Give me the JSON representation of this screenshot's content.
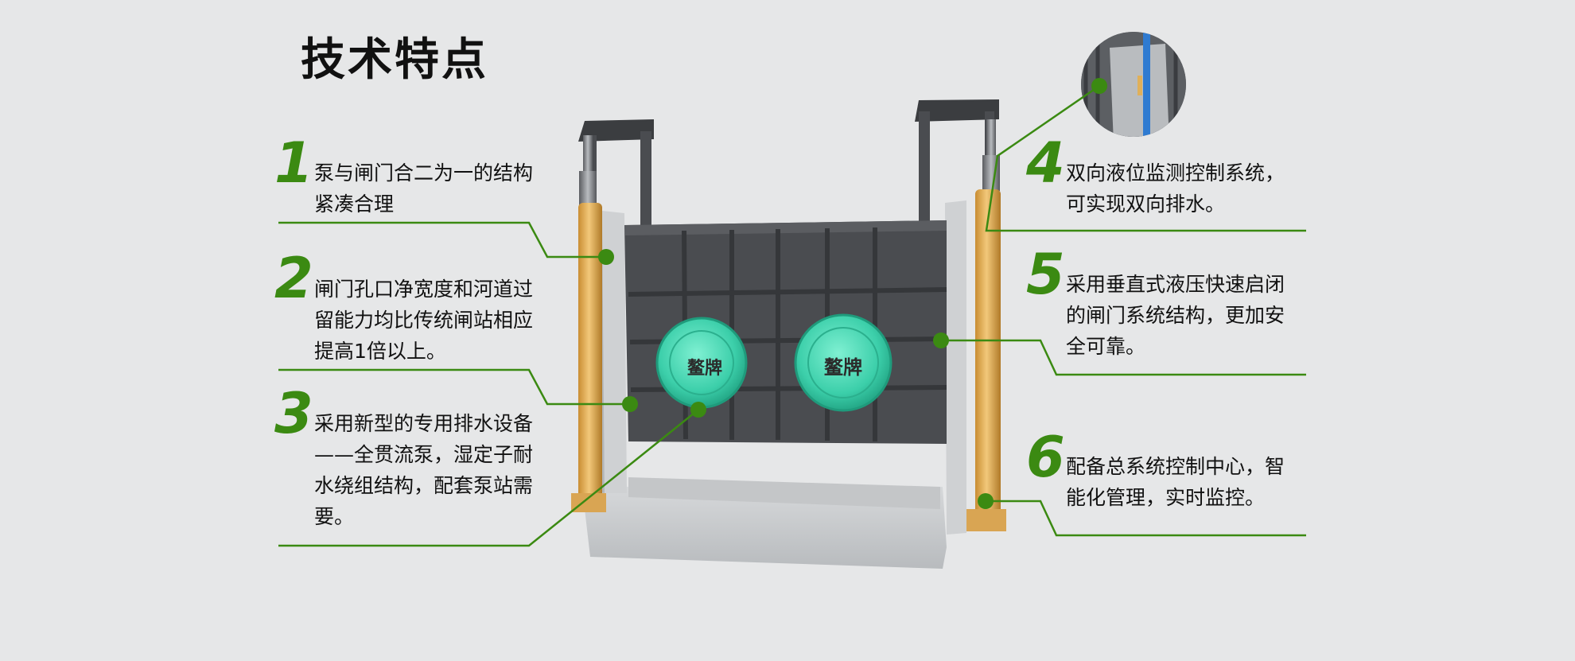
{
  "title": "技术特点",
  "brand": "鳌牌",
  "colors": {
    "accent_green": "#3b8a12",
    "pump_teal": "#3ccfaa",
    "hydraulic_yellow": "#e0b05a",
    "gate_dark": "#4a4c50",
    "concrete": "#c9cbcd"
  },
  "features": [
    {
      "number": "1",
      "lines": [
        "泵与闸门合二为一的结构",
        "紧凑合理"
      ]
    },
    {
      "number": "2",
      "lines": [
        "闸门孔口净宽度和河道过",
        "留能力均比传统闸站相应",
        "提高1倍以上。"
      ]
    },
    {
      "number": "3",
      "lines": [
        "采用新型的专用排水设备",
        "——全贯流泵，湿定子耐",
        "水绕组结构，配套泵站需",
        "要。"
      ]
    },
    {
      "number": "4",
      "lines": [
        "双向液位监测控制系统，",
        "可实现双向排水。"
      ]
    },
    {
      "number": "5",
      "lines": [
        "采用垂直式液压快速启闭",
        "的闸门系统结构，更加安",
        "全可靠。"
      ]
    },
    {
      "number": "6",
      "lines": [
        "配备总系统控制中心，智",
        "能化管理，实时监控。"
      ]
    }
  ]
}
